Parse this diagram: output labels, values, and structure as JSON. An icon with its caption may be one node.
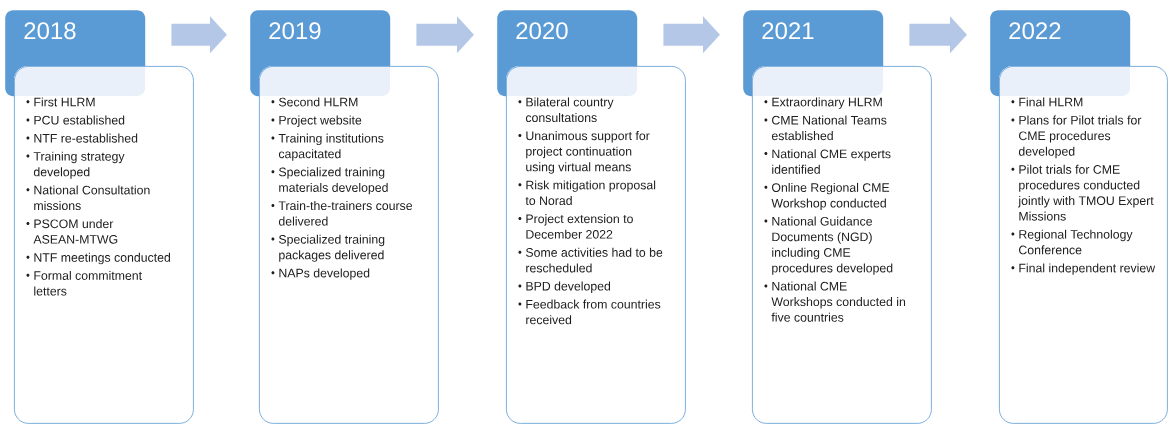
{
  "diagram": {
    "nodes": [
      {
        "text": [
          "2018"
        ]
      },
      {
        "text": [
          "First HLRM",
          "PCU established",
          "NTF re-established",
          "Training strategy developed",
          "National Consultation missions",
          "PSCOM under ASEAN-MTWG",
          "NTF meetings conducted",
          "Formal commitment letters"
        ]
      },
      {
        "text": [
          "2019"
        ]
      },
      {
        "text": [
          "Second HLRM",
          "Project website",
          "Training institutions capacitated",
          "Specialized training materials developed",
          "Train-the-trainers course delivered",
          "Specialized training packages delivered",
          "NAPs developed"
        ]
      },
      {
        "text": [
          "2020"
        ]
      },
      {
        "text": [
          "Bilateral country consultations",
          "Unanimous support for project continuation using virtual means",
          "Risk mitigation proposal to Norad",
          "Project extension to December 2022",
          "Some activities had to be rescheduled",
          "BPD developed",
          "Feedback from countries received"
        ]
      },
      {
        "text": [
          "2021"
        ]
      },
      {
        "text": [
          "Extraordinary HLRM",
          "CME National Teams established",
          "National CME experts identified",
          "Online Regional CME Workshop conducted",
          "National Guidance Documents (NGD) including CME procedures developed",
          "National CME Workshops conducted in five countries"
        ]
      },
      {
        "text": [
          "2022"
        ]
      },
      {
        "text": [
          "Final HLRM",
          "Plans for Pilot trials for CME procedures developed",
          "Pilot trials for CME procedures conducted jointly with TMOU Expert Missions",
          "Regional Technology Conference",
          "Final independent review"
        ]
      }
    ],
    "edges": [
      {
        "from": 0,
        "to": 2,
        "arrow": "to"
      },
      {
        "from": 2,
        "to": 4,
        "arrow": "to"
      },
      {
        "from": 4,
        "to": 6,
        "arrow": "to"
      },
      {
        "from": 6,
        "to": 8,
        "arrow": "to"
      }
    ]
  }
}
